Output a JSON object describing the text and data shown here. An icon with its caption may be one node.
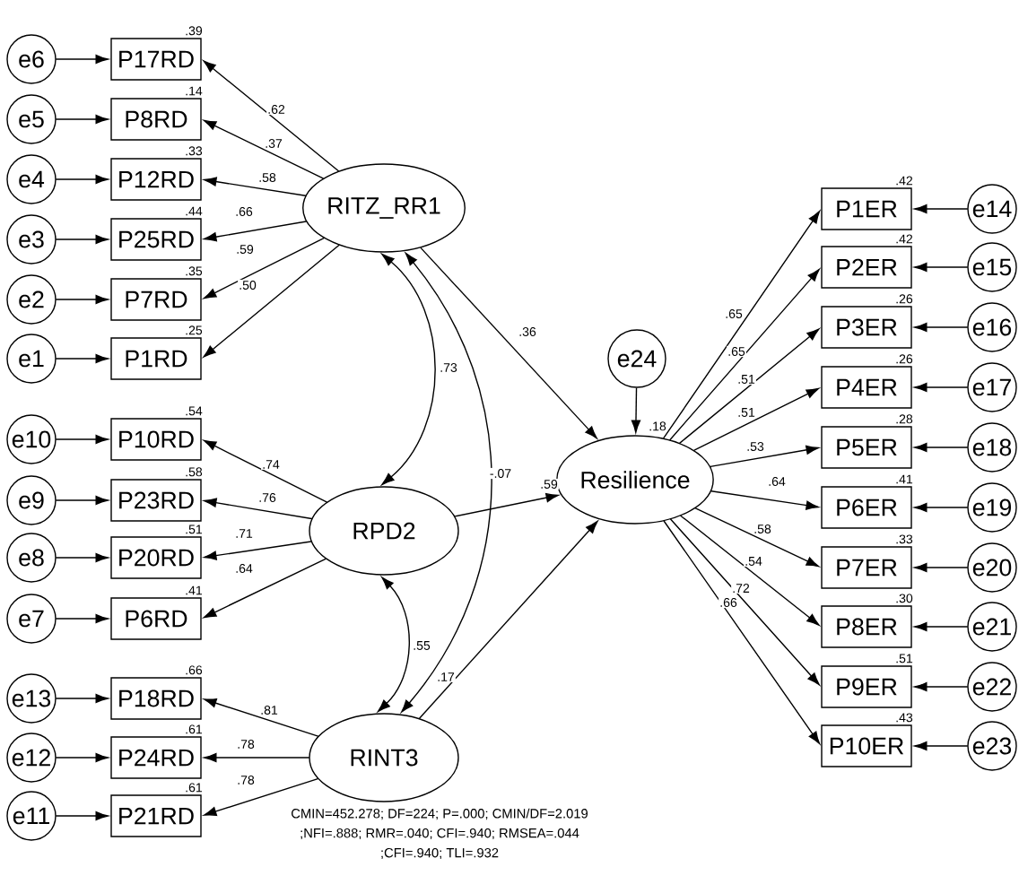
{
  "diagram": {
    "nodes": [
      {
        "text": [
          "e6"
        ]
      },
      {
        "text": [
          "P17RD"
        ],
        "beside": [
          ".39"
        ]
      },
      {
        "text": [
          "e5"
        ]
      },
      {
        "text": [
          "P8RD"
        ],
        "beside": [
          ".14"
        ]
      },
      {
        "text": [
          "e4"
        ]
      },
      {
        "text": [
          "P12RD"
        ],
        "beside": [
          ".33"
        ]
      },
      {
        "text": [
          "e3"
        ]
      },
      {
        "text": [
          "P25RD"
        ],
        "beside": [
          ".44"
        ]
      },
      {
        "text": [
          "e2"
        ]
      },
      {
        "text": [
          "P7RD"
        ],
        "beside": [
          ".35"
        ]
      },
      {
        "text": [
          "e1"
        ]
      },
      {
        "text": [
          "P1RD"
        ],
        "beside": [
          ".25"
        ]
      },
      {
        "text": [
          "e10"
        ]
      },
      {
        "text": [
          "P10RD"
        ],
        "beside": [
          ".54"
        ]
      },
      {
        "text": [
          "e9"
        ]
      },
      {
        "text": [
          "P23RD"
        ],
        "beside": [
          ".58"
        ]
      },
      {
        "text": [
          "e8"
        ]
      },
      {
        "text": [
          "P20RD"
        ],
        "beside": [
          ".51"
        ]
      },
      {
        "text": [
          "e7"
        ]
      },
      {
        "text": [
          "P6RD"
        ],
        "beside": [
          ".41"
        ]
      },
      {
        "text": [
          "e13"
        ]
      },
      {
        "text": [
          "P18RD"
        ],
        "beside": [
          ".66"
        ]
      },
      {
        "text": [
          "e12"
        ]
      },
      {
        "text": [
          "P24RD"
        ],
        "beside": [
          ".61"
        ]
      },
      {
        "text": [
          "e11"
        ]
      },
      {
        "text": [
          "P21RD"
        ],
        "beside": [
          ".61"
        ]
      },
      {
        "text": [
          "RITZ_RR1"
        ]
      },
      {
        "text": [
          "RPD2"
        ]
      },
      {
        "text": [
          "RINT3"
        ]
      },
      {
        "text": [
          "e24"
        ]
      },
      {
        "text": [
          "Resilience"
        ],
        "beside": [
          ".18"
        ]
      },
      {
        "text": [
          "P1ER"
        ],
        "beside": [
          ".42"
        ]
      },
      {
        "text": [
          "e14"
        ]
      },
      {
        "text": [
          "P2ER"
        ],
        "beside": [
          ".42"
        ]
      },
      {
        "text": [
          "e15"
        ]
      },
      {
        "text": [
          "P3ER"
        ],
        "beside": [
          ".26"
        ]
      },
      {
        "text": [
          "e16"
        ]
      },
      {
        "text": [
          "P4ER"
        ],
        "beside": [
          ".26"
        ]
      },
      {
        "text": [
          "e17"
        ]
      },
      {
        "text": [
          "P5ER"
        ],
        "beside": [
          ".28"
        ]
      },
      {
        "text": [
          "e18"
        ]
      },
      {
        "text": [
          "P6ER"
        ],
        "beside": [
          ".41"
        ]
      },
      {
        "text": [
          "e19"
        ]
      },
      {
        "text": [
          "P7ER"
        ],
        "beside": [
          ".33"
        ]
      },
      {
        "text": [
          "e20"
        ]
      },
      {
        "text": [
          "P8ER"
        ],
        "beside": [
          ".30"
        ]
      },
      {
        "text": [
          "e21"
        ]
      },
      {
        "text": [
          "P9ER"
        ],
        "beside": [
          ".51"
        ]
      },
      {
        "text": [
          "e22"
        ]
      },
      {
        "text": [
          "P10ER"
        ],
        "beside": [
          ".43"
        ]
      },
      {
        "text": [
          "e23"
        ]
      }
    ],
    "edges": [
      {
        "from": 0,
        "to": 1,
        "arrow": "to"
      },
      {
        "from": 2,
        "to": 3,
        "arrow": "to"
      },
      {
        "from": 4,
        "to": 5,
        "arrow": "to"
      },
      {
        "from": 6,
        "to": 7,
        "arrow": "to"
      },
      {
        "from": 8,
        "to": 9,
        "arrow": "to"
      },
      {
        "from": 10,
        "to": 11,
        "arrow": "to"
      },
      {
        "from": 12,
        "to": 13,
        "arrow": "to"
      },
      {
        "from": 14,
        "to": 15,
        "arrow": "to"
      },
      {
        "from": 16,
        "to": 17,
        "arrow": "to"
      },
      {
        "from": 18,
        "to": 19,
        "arrow": "to"
      },
      {
        "from": 20,
        "to": 21,
        "arrow": "to"
      },
      {
        "from": 22,
        "to": 23,
        "arrow": "to"
      },
      {
        "from": 24,
        "to": 25,
        "arrow": "to"
      },
      {
        "from": 26,
        "to": 1,
        "arrow": "to",
        "label": ".62"
      },
      {
        "from": 26,
        "to": 3,
        "arrow": "to",
        "label": ".37"
      },
      {
        "from": 26,
        "to": 5,
        "arrow": "to",
        "label": ".58"
      },
      {
        "from": 26,
        "to": 7,
        "arrow": "to",
        "label": ".66"
      },
      {
        "from": 26,
        "to": 9,
        "arrow": "to",
        "label": ".59"
      },
      {
        "from": 26,
        "to": 11,
        "arrow": "to",
        "label": ".50"
      },
      {
        "from": 27,
        "to": 13,
        "arrow": "to",
        "label": ".74"
      },
      {
        "from": 27,
        "to": 15,
        "arrow": "to",
        "label": ".76"
      },
      {
        "from": 27,
        "to": 17,
        "arrow": "to",
        "label": ".71"
      },
      {
        "from": 27,
        "to": 19,
        "arrow": "to",
        "label": ".64"
      },
      {
        "from": 28,
        "to": 21,
        "arrow": "to",
        "label": ".81"
      },
      {
        "from": 28,
        "to": 23,
        "arrow": "to",
        "label": ".78"
      },
      {
        "from": 28,
        "to": 25,
        "arrow": "to",
        "label": ".78"
      },
      {
        "from": 26,
        "to": 27,
        "arrow": "both",
        "label": ".73"
      },
      {
        "from": 26,
        "to": 28,
        "arrow": "both",
        "label": "-.07"
      },
      {
        "from": 27,
        "to": 28,
        "arrow": "both",
        "label": ".55"
      },
      {
        "from": 26,
        "to": 30,
        "arrow": "to",
        "label": ".36"
      },
      {
        "from": 27,
        "to": 30,
        "arrow": "to",
        "label": ".59"
      },
      {
        "from": 28,
        "to": 30,
        "arrow": "to",
        "label": ".17"
      },
      {
        "from": 29,
        "to": 30,
        "arrow": "to"
      },
      {
        "from": 30,
        "to": 31,
        "arrow": "to",
        "label": ".65"
      },
      {
        "from": 30,
        "to": 33,
        "arrow": "to",
        "label": ".65"
      },
      {
        "from": 30,
        "to": 35,
        "arrow": "to",
        "label": ".51"
      },
      {
        "from": 30,
        "to": 37,
        "arrow": "to",
        "label": ".51"
      },
      {
        "from": 30,
        "to": 39,
        "arrow": "to",
        "label": ".53"
      },
      {
        "from": 30,
        "to": 41,
        "arrow": "to",
        "label": ".64"
      },
      {
        "from": 30,
        "to": 43,
        "arrow": "to",
        "label": ".58"
      },
      {
        "from": 30,
        "to": 45,
        "arrow": "to",
        "label": ".54"
      },
      {
        "from": 30,
        "to": 47,
        "arrow": "to",
        "label": ".72"
      },
      {
        "from": 30,
        "to": 49,
        "arrow": "to",
        "label": ".66"
      },
      {
        "from": 32,
        "to": 31,
        "arrow": "to"
      },
      {
        "from": 34,
        "to": 33,
        "arrow": "to"
      },
      {
        "from": 36,
        "to": 35,
        "arrow": "to"
      },
      {
        "from": 38,
        "to": 37,
        "arrow": "to"
      },
      {
        "from": 40,
        "to": 39,
        "arrow": "to"
      },
      {
        "from": 42,
        "to": 41,
        "arrow": "to"
      },
      {
        "from": 44,
        "to": 43,
        "arrow": "to"
      },
      {
        "from": 46,
        "to": 45,
        "arrow": "to"
      },
      {
        "from": 48,
        "to": 47,
        "arrow": "to"
      },
      {
        "from": 50,
        "to": 49,
        "arrow": "to"
      }
    ],
    "labels": [
      "CMIN=452.278; DF=224; P=.000; CMIN/DF=2.019",
      ";NFI=.888; RMR=.040; CFI=.940; RMSEA=.044",
      ";CFI=.940; TLI=.932"
    ]
  }
}
